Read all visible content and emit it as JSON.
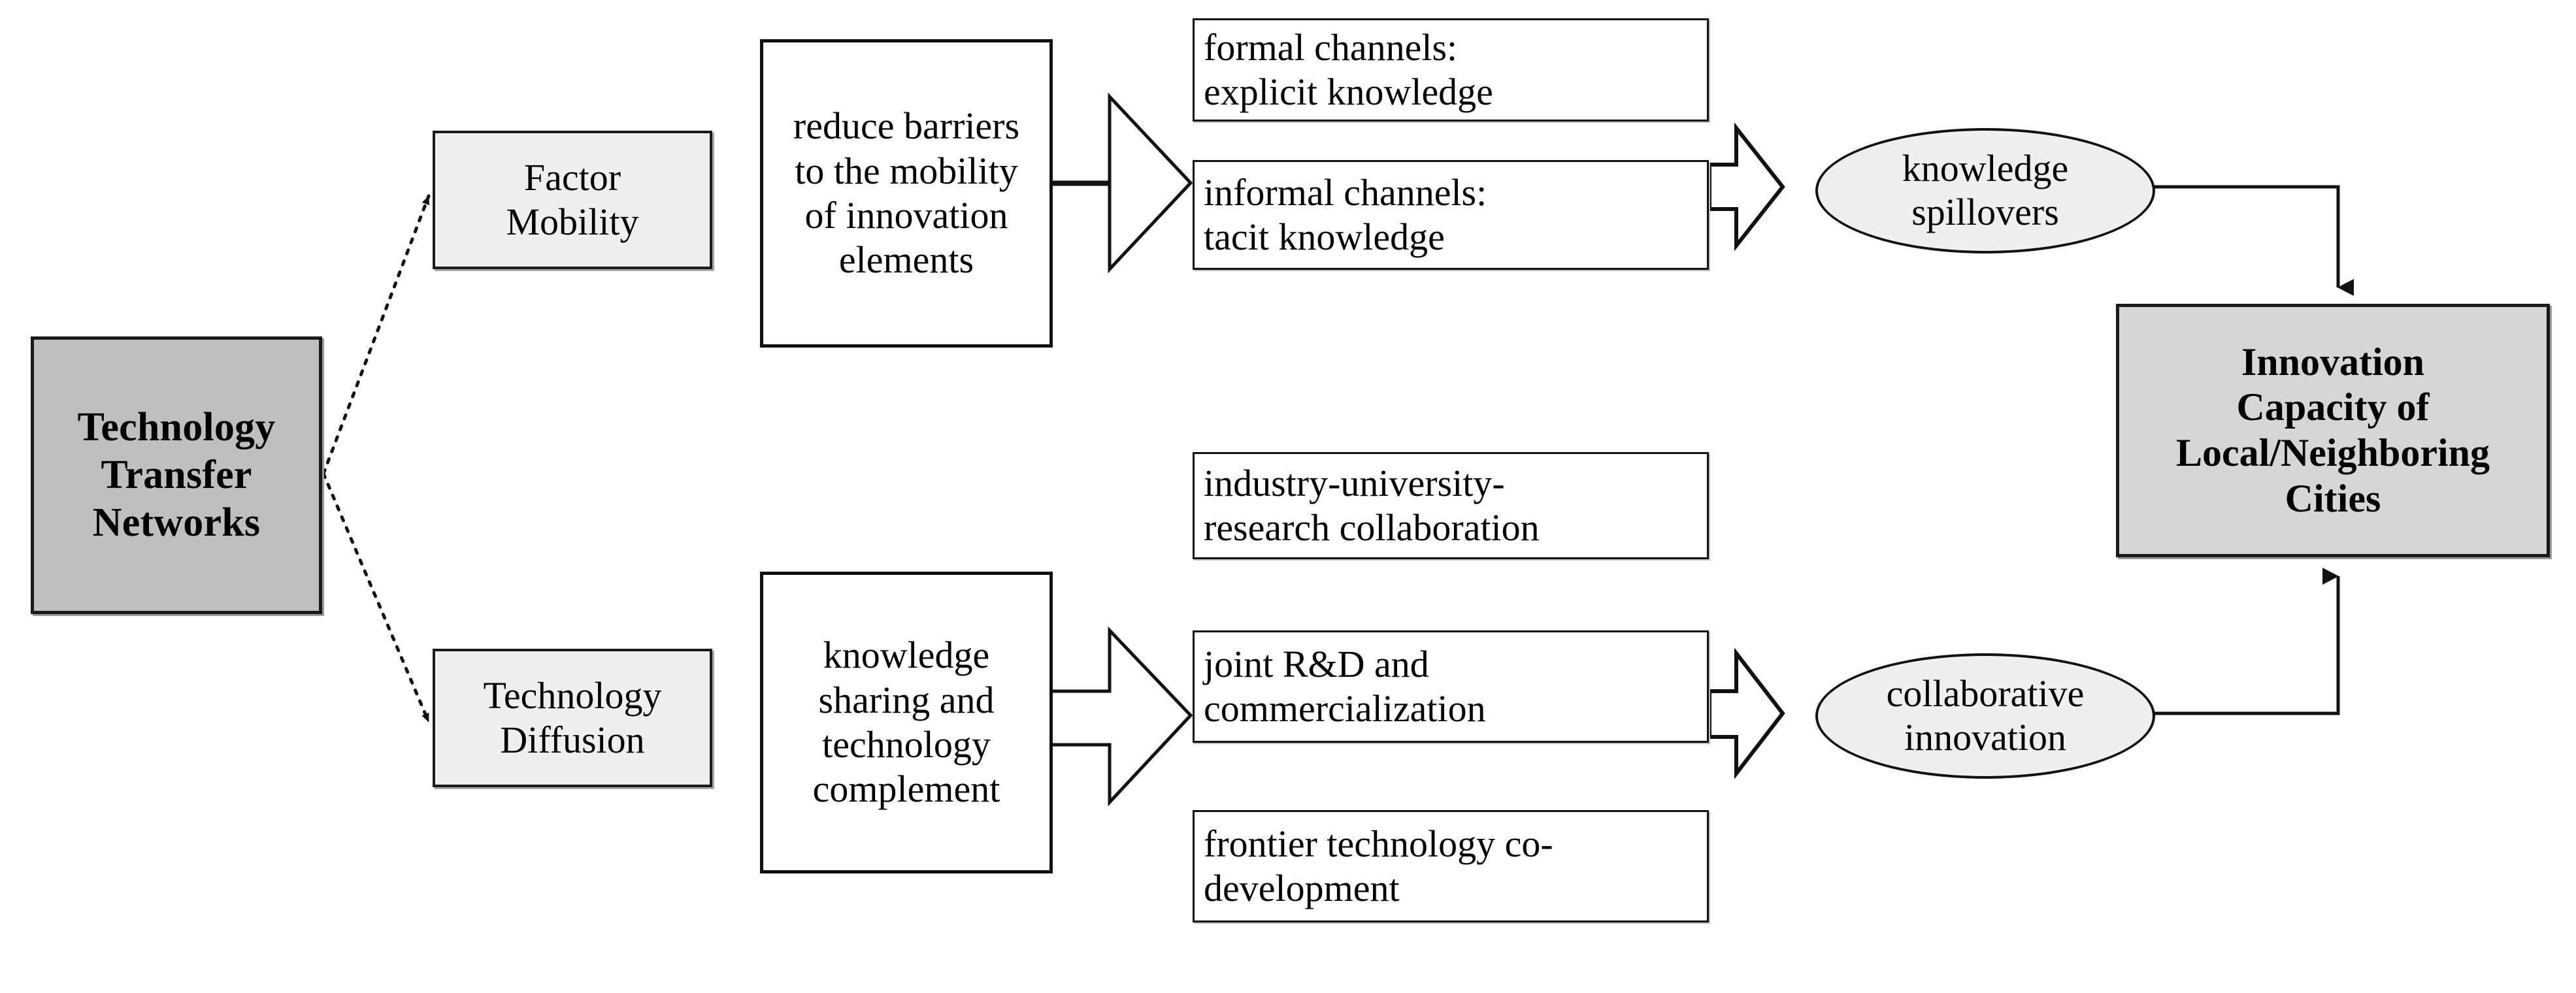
{
  "diagram": {
    "title": "Technology Transfer Networks and Innovation Capacity",
    "colors": {
      "source_fill": "#bfbfbf",
      "mechanism_fill": "#efefef",
      "description_fill": "#ffffff",
      "ellipse_fill": "#efefef",
      "outcome_fill": "#d6d6d6",
      "stroke": "#111111",
      "background": "#ffffff"
    },
    "source": {
      "label": "Technology\nTransfer\nNetworks",
      "line1": "Technology",
      "line2": "Transfer",
      "line3": "Networks"
    },
    "mechanisms": [
      {
        "id": "factor-mobility",
        "line1": "Factor",
        "line2": "Mobility"
      },
      {
        "id": "tech-diffusion",
        "line1": "Technology",
        "line2": "Diffusion"
      }
    ],
    "descriptions": [
      {
        "id": "reduce-barriers",
        "line1": "reduce barriers",
        "line2": "to the mobility",
        "line3": "of innovation",
        "line4": "elements"
      },
      {
        "id": "knowledge-sharing",
        "line1": "knowledge",
        "line2": "sharing and",
        "line3": "technology",
        "line4": "complement"
      }
    ],
    "channels_top": [
      {
        "id": "formal-channels",
        "line1": "formal channels:",
        "line2": "explicit knowledge"
      },
      {
        "id": "informal-channels",
        "line1": "informal channels:",
        "line2": "tacit knowledge"
      }
    ],
    "channels_bottom": [
      {
        "id": "industry-university",
        "line1": "industry-university-",
        "line2": "research collaboration"
      },
      {
        "id": "joint-rd",
        "line1": "joint R&D and",
        "line2": "commercialization"
      },
      {
        "id": "frontier-tech",
        "line1": "frontier technology co-",
        "line2": "development"
      }
    ],
    "outcomes": [
      {
        "id": "knowledge-spillovers",
        "line1": "knowledge",
        "line2": "spillovers"
      },
      {
        "id": "collaborative-innovation",
        "line1": "collaborative",
        "line2": "innovation"
      }
    ],
    "result": {
      "line1": "Innovation",
      "line2": "Capacity of",
      "line3": "Local/Neighboring",
      "line4": "Cities"
    }
  }
}
